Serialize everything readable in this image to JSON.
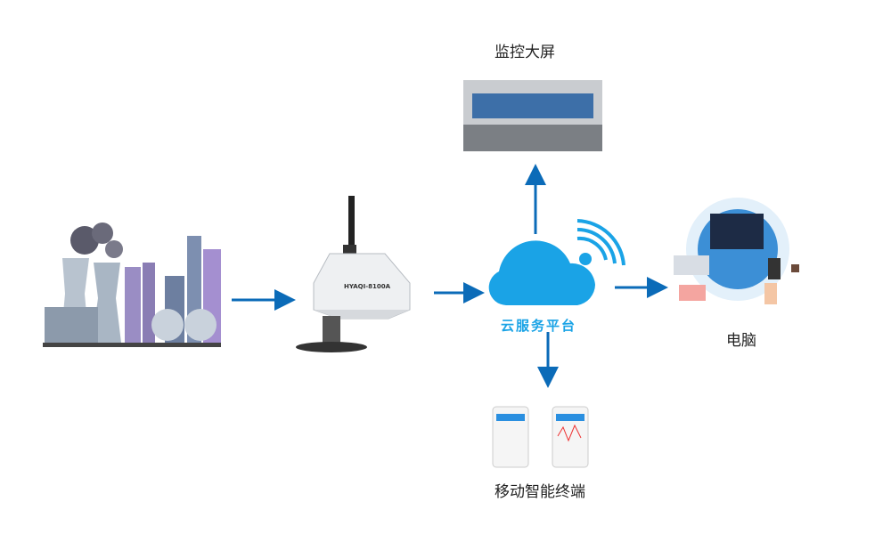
{
  "nodes": {
    "monitor_wall": {
      "label": "监控大屏"
    },
    "device": {
      "model": "HYAQI-8100A"
    },
    "cloud": {
      "label": "云服务平台"
    },
    "computer": {
      "label": "电脑"
    },
    "mobile": {
      "label": "移动智能终端"
    }
  },
  "colors": {
    "arrow": "#0b6bb8",
    "cloud": "#1aa3e6"
  }
}
